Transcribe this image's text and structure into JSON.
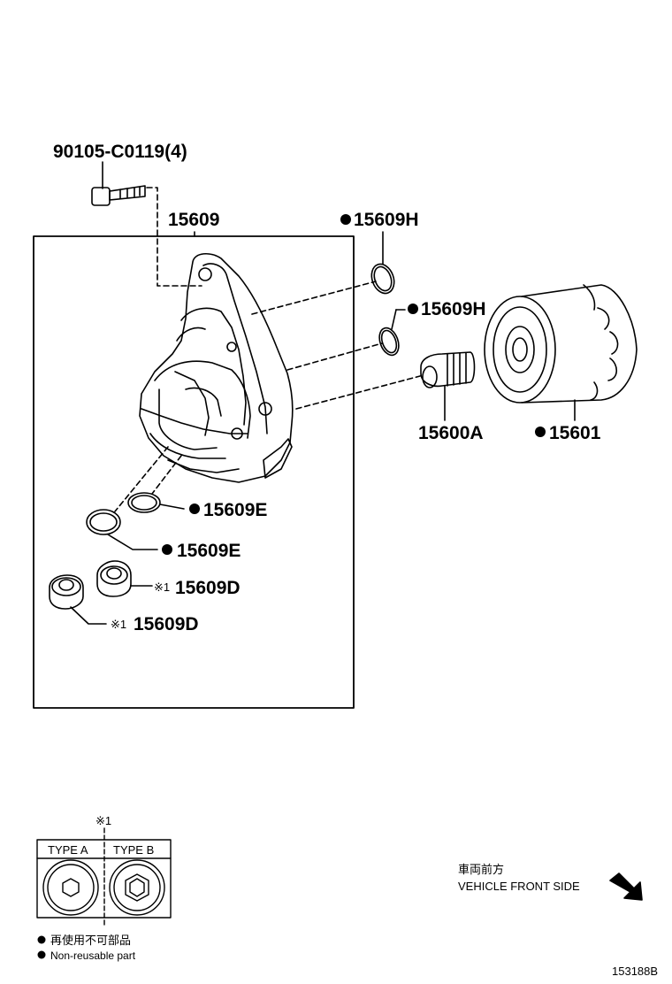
{
  "labels": {
    "bolt": "90105-C0119(4)",
    "bracket": "15609",
    "oring_h_top": "15609H",
    "oring_h_mid": "15609H",
    "union": "15600A",
    "filter": "15601",
    "gasket_e_upper": "15609E",
    "gasket_e_lower": "15609E",
    "plug_d_upper": "15609D",
    "plug_d_lower": "15609D"
  },
  "marks": {
    "nonreusable": "●",
    "note_ref": "※1"
  },
  "legend": {
    "note_ref": "※1",
    "type_a": "TYPE A",
    "type_b": "TYPE B",
    "nonreusable_jp": "再使用不可部品",
    "nonreusable_en": "Non-reusable part"
  },
  "direction": {
    "jp": "車両前方",
    "en": "VEHICLE FRONT SIDE"
  },
  "ref_code": "153188B",
  "colors": {
    "ink": "#000000",
    "paper": "#ffffff"
  }
}
